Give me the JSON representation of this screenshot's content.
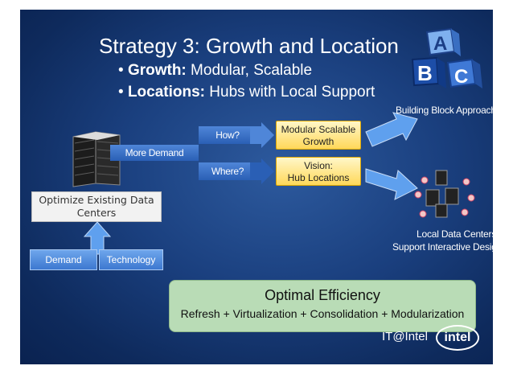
{
  "title": "Strategy 3: Growth and Location",
  "bullets": {
    "growth_key": "Growth:",
    "growth_text": " Modular, Scalable",
    "locations_key": "Locations:",
    "locations_text": " Hubs with Local Support"
  },
  "left": {
    "caption": "Optimize Existing Data Centers",
    "more_demand": "More Demand",
    "demand": "Demand",
    "technology": "Technology"
  },
  "middle": {
    "how": "How?",
    "where": "Where?",
    "modular_line1": "Modular Scalable",
    "modular_line2": "Growth",
    "vision_line1": "Vision:",
    "vision_line2": "Hub Locations"
  },
  "right": {
    "building_block": "Building Block Approach",
    "local_line1": "Local Data Centers",
    "local_line2": "Support Interactive Design",
    "blocks": [
      "A",
      "B",
      "C"
    ]
  },
  "efficiency": {
    "title": "Optimal Efficiency",
    "subtitle": "Refresh + Virtualization + Consolidation + Modularization"
  },
  "branding": {
    "it_at_intel": "IT@Intel",
    "intel_logo": "intel"
  }
}
